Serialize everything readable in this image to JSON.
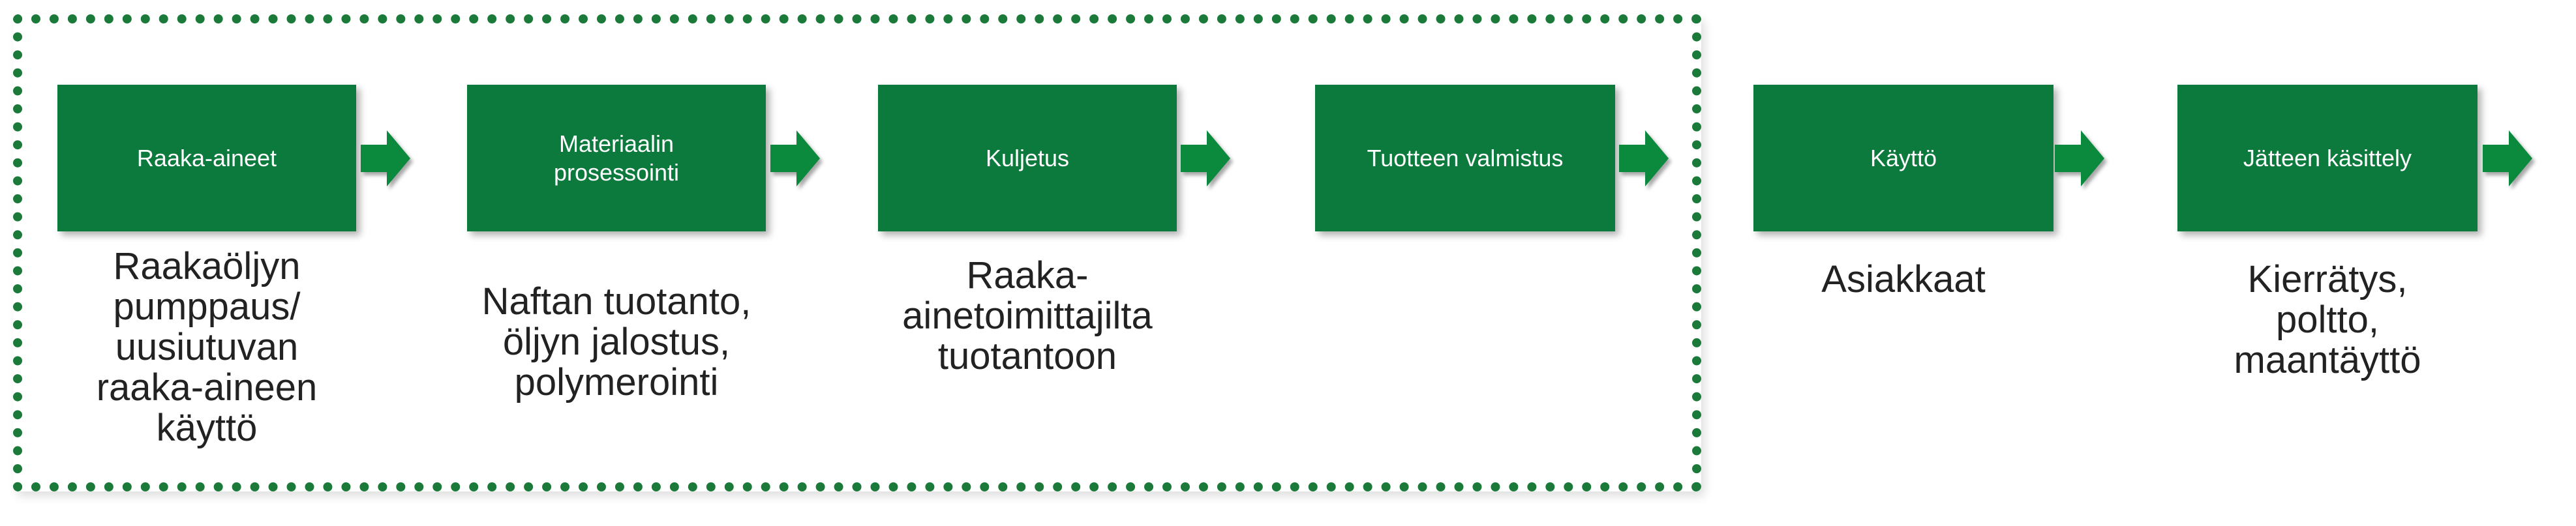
{
  "colors": {
    "box": "#0d7a3d",
    "arrow": "#0b8a3e",
    "boundary": "#1b7a3a",
    "text": "#222222"
  },
  "steps": [
    {
      "label": "Raaka-aineet",
      "description": "Raakaöljyn\npumppaus/\nuusiutuvan\nraaka-aineen\nkäyttö"
    },
    {
      "label": "Materiaalin\nprosessointi",
      "description": "Naftan tuotanto,\nöljyn jalostus,\npolymerointi"
    },
    {
      "label": "Kuljetus",
      "description": "Raaka-\nainetoimittajilta\ntuotantoon"
    },
    {
      "label": "Tuotteen valmistus",
      "description": ""
    },
    {
      "label": "Käyttö",
      "description": "Asiakkaat"
    },
    {
      "label": "Jätteen käsittely",
      "description": "Kierrätys,\npoltto,\nmaantäyttö"
    }
  ]
}
